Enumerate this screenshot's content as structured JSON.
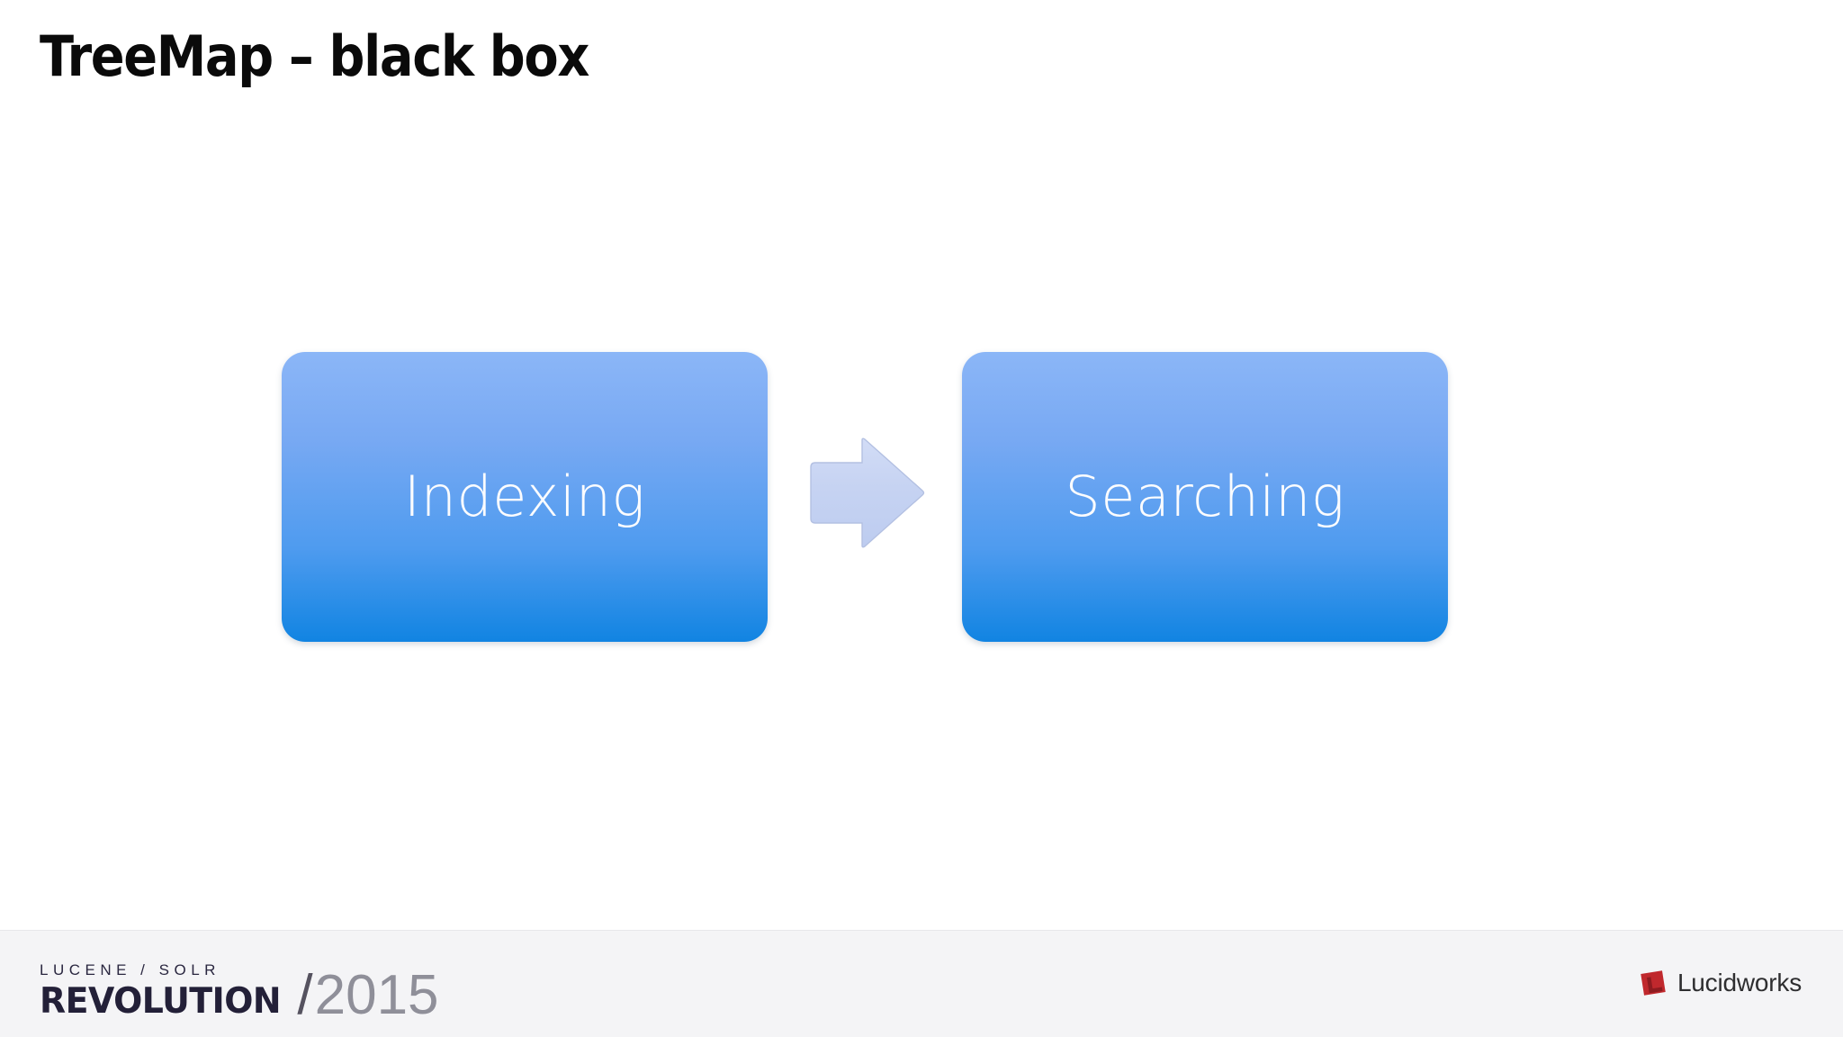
{
  "slide": {
    "title": "TreeMap – black box",
    "background_color": "#ffffff"
  },
  "diagram": {
    "type": "flow",
    "nodes": [
      {
        "id": "indexing",
        "label": "Indexing",
        "shape": "rounded-rectangle",
        "fill_top": "#8BB6F7",
        "fill_bottom": "#1184E2",
        "text_color": "#fbfcfe"
      },
      {
        "id": "searching",
        "label": "Searching",
        "shape": "rounded-rectangle",
        "fill_top": "#8BB6F7",
        "fill_bottom": "#1184E2",
        "text_color": "#fbfcfe"
      }
    ],
    "connector": {
      "icon": "right-arrow-icon",
      "direction": "right",
      "from": "indexing",
      "to": "searching",
      "fill": "#c6d3f2",
      "stroke": "#aebadd"
    }
  },
  "footer": {
    "background_color": "#f4f4f6",
    "event_logo": {
      "kicker": "LUCENE / SOLR",
      "word": "REVOLUTION",
      "slash": "/",
      "year": "2015"
    },
    "company_logo": {
      "name": "Lucidworks",
      "mark_color": "#c0282d",
      "mark_shadow_color": "#8e1b20",
      "text_color": "#2e2e30"
    }
  }
}
